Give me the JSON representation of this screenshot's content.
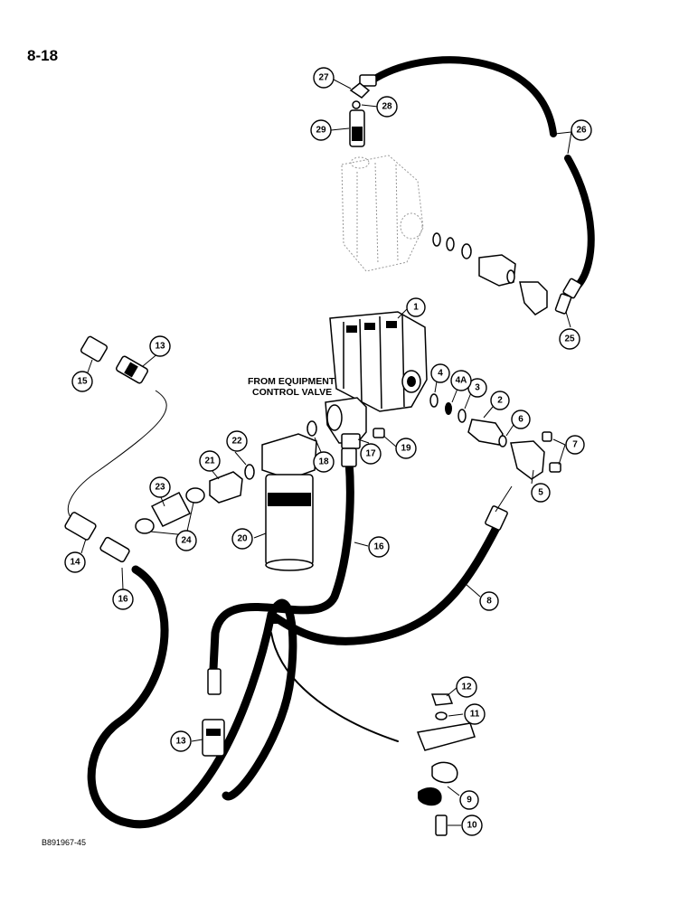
{
  "page": {
    "number": "8-18",
    "figure_code": "B891967-45"
  },
  "annotation": {
    "line1": "FROM EQUIPMENT",
    "line2": "CONTROL VALVE"
  },
  "callouts": {
    "c1": "1",
    "c2": "2",
    "c3": "3",
    "c4": "4",
    "c4a": "4A",
    "c5": "5",
    "c6": "6",
    "c7": "7",
    "c8": "8",
    "c9": "9",
    "c10": "10",
    "c11": "11",
    "c12": "12",
    "c13a": "13",
    "c13b": "13",
    "c14": "14",
    "c15": "15",
    "c16a": "16",
    "c16b": "16",
    "c17": "17",
    "c18": "18",
    "c19": "19",
    "c20": "20",
    "c21": "21",
    "c22": "22",
    "c23": "23",
    "c24": "24",
    "c25": "25",
    "c26": "26",
    "c27": "27",
    "c28": "28",
    "c29": "29"
  }
}
